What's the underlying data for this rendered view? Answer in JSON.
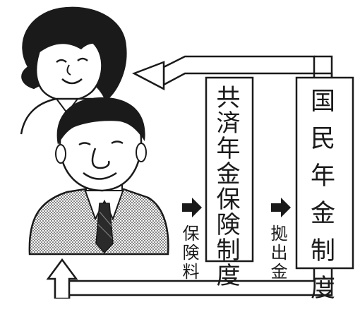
{
  "kyosai_box": {
    "label": "共済年金保険制度"
  },
  "kokumin_box": {
    "label": "国民年金制度"
  },
  "flow_labels": {
    "insurance_premium": "保険料",
    "contribution": "拠出金"
  },
  "colors": {
    "ink": "#1a1a1a",
    "paper": "#ffffff",
    "suit": "#9a9a9a"
  }
}
